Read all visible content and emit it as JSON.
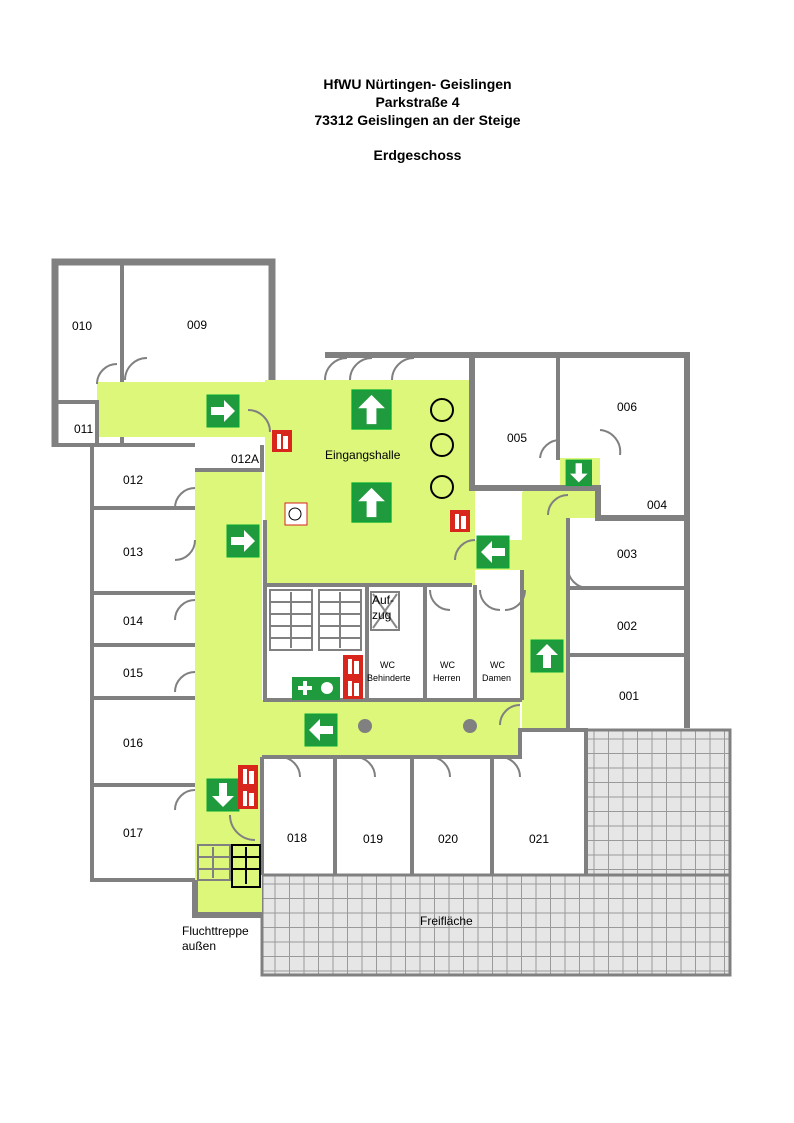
{
  "header": {
    "line1": "HfWU Nürtingen- Geislingen",
    "line2": "Parkstraße 4",
    "line3": "73312 Geislingen an der Steige",
    "floor": "Erdgeschoss"
  },
  "rooms": {
    "r010": "010",
    "r009": "009",
    "r011": "011",
    "r012": "012",
    "r012a": "012A",
    "r013": "013",
    "r014": "014",
    "r015": "015",
    "r016": "016",
    "r017": "017",
    "r005": "005",
    "r006": "006",
    "r004": "004",
    "r003": "003",
    "r002": "002",
    "r001": "001",
    "r018": "018",
    "r019": "019",
    "r020": "020",
    "r021": "021"
  },
  "labels": {
    "hall": "Eingangshalle",
    "lift1": "Auf-",
    "lift2": "zug",
    "wc": "WC",
    "wc_disabled": "Behinderte",
    "wc_men": "Herren",
    "wc_women": "Damen",
    "escape1": "Fluchttreppe",
    "escape2": "außen",
    "open_area": "Freifläche"
  },
  "colors": {
    "corridor": "#dcf77a",
    "wall": "#808080",
    "exit_sign": "#1f9a3c",
    "fire_sign": "#d9261c"
  }
}
